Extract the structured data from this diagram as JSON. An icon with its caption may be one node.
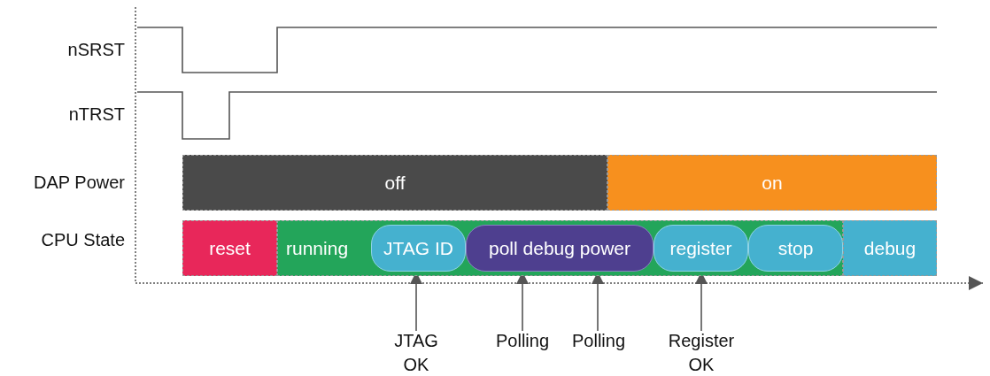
{
  "diagram": {
    "nodes": [
      {
        "text": [
          "off"
        ]
      },
      {
        "text": [
          "on"
        ]
      },
      {
        "text": [
          "reset"
        ]
      },
      {
        "text": [
          "running"
        ]
      },
      {
        "text": [
          "JTAG ID"
        ],
        "in": 3
      },
      {
        "text": [
          "poll debug power"
        ],
        "in": 3
      },
      {
        "text": [
          "register"
        ],
        "in": 3
      },
      {
        "text": [
          "stop"
        ],
        "in": 3
      },
      {
        "text": [
          "debug"
        ]
      },
      {
        "text": [
          "JTAG OK"
        ]
      },
      {
        "text": [
          "Polling"
        ]
      },
      {
        "text": [
          "Polling"
        ]
      },
      {
        "text": [
          "Register OK"
        ]
      }
    ],
    "edges": [
      {
        "from": 9,
        "to": 4,
        "arrow": "to"
      },
      {
        "from": 10,
        "to": 5,
        "arrow": "to"
      },
      {
        "from": 11,
        "to": 5,
        "arrow": "to"
      },
      {
        "from": 12,
        "to": 6,
        "arrow": "to"
      }
    ],
    "labels": [
      "nSRST",
      "nTRST",
      "DAP Power",
      "CPU State"
    ]
  }
}
